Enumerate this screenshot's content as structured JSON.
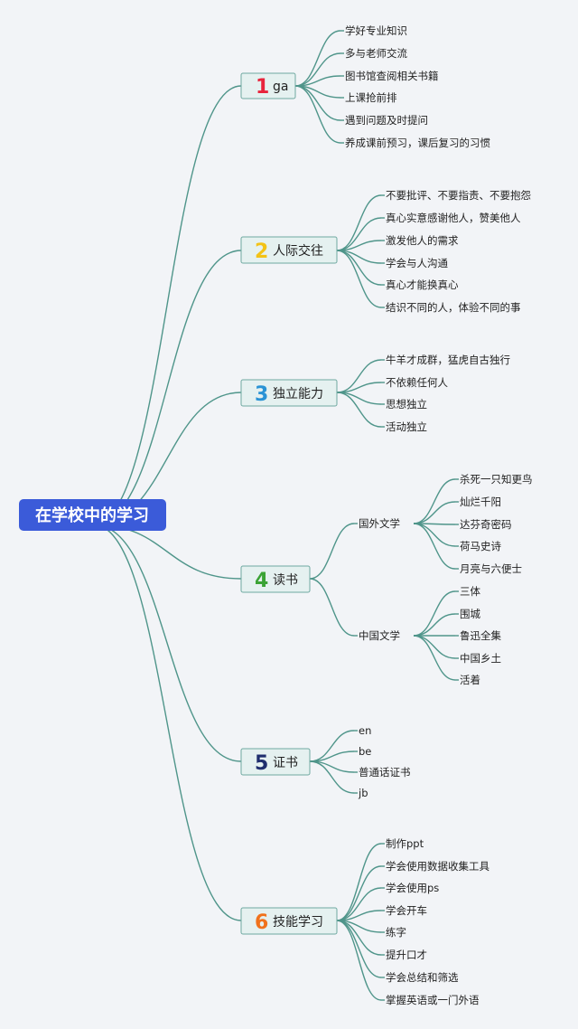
{
  "root": {
    "label": "在学校中的学习"
  },
  "branches": [
    {
      "num": "1",
      "num_color": "#e8243c",
      "label": "ga",
      "children": [
        {
          "label": "学好专业知识"
        },
        {
          "label": "多与老师交流"
        },
        {
          "label": "图书馆查阅相关书籍"
        },
        {
          "label": "上课抢前排"
        },
        {
          "label": "遇到问题及时提问"
        },
        {
          "label": "养成课前预习，课后复习的习惯"
        }
      ]
    },
    {
      "num": "2",
      "num_color": "#f3c316",
      "label": "人际交往",
      "children": [
        {
          "label": "不要批评、不要指责、不要抱怨"
        },
        {
          "label": "真心实意感谢他人，赞美他人"
        },
        {
          "label": "激发他人的需求"
        },
        {
          "label": "学会与人沟通"
        },
        {
          "label": "真心才能换真心"
        },
        {
          "label": "结识不同的人，体验不同的事"
        }
      ]
    },
    {
      "num": "3",
      "num_color": "#2a93d5",
      "label": "独立能力",
      "children": [
        {
          "label": "牛羊才成群，猛虎自古独行"
        },
        {
          "label": "不依赖任何人"
        },
        {
          "label": "思想独立"
        },
        {
          "label": "活动独立"
        }
      ]
    },
    {
      "num": "4",
      "num_color": "#3aa335",
      "label": "读书",
      "children": [
        {
          "label": "国外文学",
          "children": [
            {
              "label": "杀死一只知更鸟"
            },
            {
              "label": "灿烂千阳"
            },
            {
              "label": "达芬奇密码"
            },
            {
              "label": "荷马史诗"
            },
            {
              "label": "月亮与六便士"
            }
          ]
        },
        {
          "label": "中国文学",
          "children": [
            {
              "label": "三体"
            },
            {
              "label": "围城"
            },
            {
              "label": "鲁迅全集"
            },
            {
              "label": "中国乡土"
            },
            {
              "label": "活着"
            }
          ]
        }
      ]
    },
    {
      "num": "5",
      "num_color": "#1f2e6e",
      "label": "证书",
      "children": [
        {
          "label": "en"
        },
        {
          "label": "be"
        },
        {
          "label": "普通话证书"
        },
        {
          "label": "jb"
        }
      ]
    },
    {
      "num": "6",
      "num_color": "#f0721c",
      "label": "技能学习",
      "children": [
        {
          "label": "制作ppt"
        },
        {
          "label": "学会使用数据收集工具"
        },
        {
          "label": "学会使用ps"
        },
        {
          "label": "学会开车"
        },
        {
          "label": "练字"
        },
        {
          "label": "提升口才"
        },
        {
          "label": "学会总结和筛选"
        },
        {
          "label": "掌握英语或一门外语"
        }
      ]
    }
  ],
  "colors": {
    "background": "#f2f4f7",
    "root_fill": "#3b5bd9",
    "branch_fill": "#e5f1f0",
    "branch_border": "#6fa9a1",
    "edge": "#4f958a"
  }
}
